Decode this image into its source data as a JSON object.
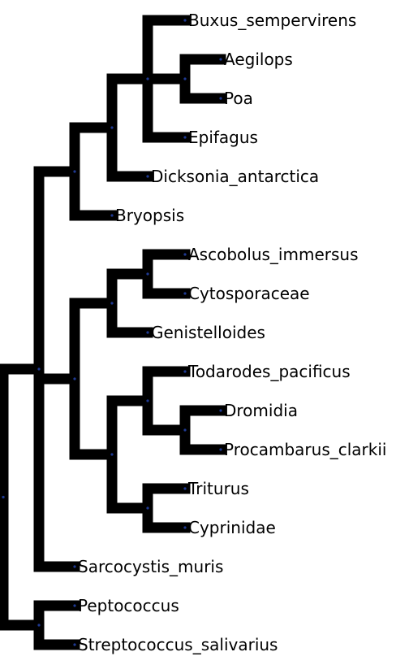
{
  "tree": {
    "line_color": "#000000",
    "node_marker_color": "#1f3a93",
    "leaves": [
      {
        "id": "buxus",
        "label": "Buxus_sempervirens"
      },
      {
        "id": "aegilops",
        "label": "Aegilops"
      },
      {
        "id": "poa",
        "label": "Poa"
      },
      {
        "id": "epifagus",
        "label": "Epifagus"
      },
      {
        "id": "dicksonia",
        "label": "Dicksonia_antarctica"
      },
      {
        "id": "bryopsis",
        "label": "Bryopsis"
      },
      {
        "id": "ascobolus",
        "label": "Ascobolus_immersus"
      },
      {
        "id": "cytosporaceae",
        "label": "Cytosporaceae"
      },
      {
        "id": "genistelloides",
        "label": "Genistelloides"
      },
      {
        "id": "todarodes",
        "label": "Todarodes_pacificus"
      },
      {
        "id": "dromidia",
        "label": "Dromidia"
      },
      {
        "id": "procambarus",
        "label": "Procambarus_clarkii"
      },
      {
        "id": "triturus",
        "label": "Triturus"
      },
      {
        "id": "cyprinidae",
        "label": "Cyprinidae"
      },
      {
        "id": "sarcocystis",
        "label": "Sarcocystis_muris"
      },
      {
        "id": "peptococcus",
        "label": "Peptococcus"
      },
      {
        "id": "streptococcus",
        "label": "Streptococcus_salivarius"
      }
    ],
    "newick": "((((((Buxus_sempervirens,(Aegilops,Poa),Epifagus),Dicksonia_antarctica),Bryopsis),(((Ascobolus_immersus,Cytosporaceae),Genistelloides),((Todarodes_pacificus,(Dromidia,Procambarus_clarkii)),(Triturus,Cyprinidae))),Sarcocystis_muris),(Peptococcus,Streptococcus_salivarius))"
  }
}
